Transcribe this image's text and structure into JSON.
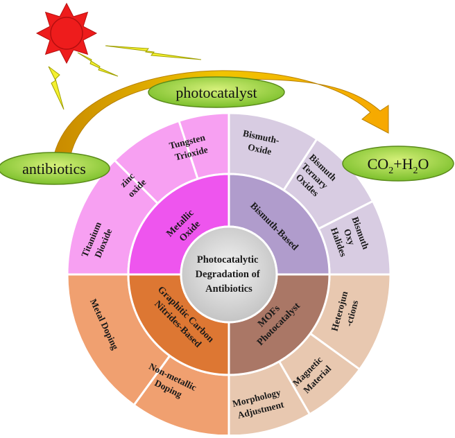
{
  "center": {
    "lines": [
      "Photocatalytic",
      "Degradation of",
      "Antibiotics"
    ]
  },
  "inner_sectors": {
    "metallic_oxide": {
      "lines": [
        "Metallic",
        "Oxide"
      ],
      "color": "#ee55ee"
    },
    "bismuth_based": {
      "lines": [
        "Bismuth-Based"
      ],
      "color": "#b09ccc"
    },
    "graphitic_carbon": {
      "lines": [
        "Graphitic Carbon",
        "Nitrides-Based"
      ],
      "color": "#dd7733"
    },
    "mofs": {
      "lines": [
        "MOFs",
        "Photocatalyst"
      ],
      "color": "#aa7766"
    }
  },
  "outer_sectors": {
    "titanium_dioxide": {
      "lines": [
        "Titanium",
        "Dioxide"
      ],
      "color": "#f7a0f2"
    },
    "zinc_oxide": {
      "lines": [
        "zinc",
        "oxide"
      ],
      "color": "#f7a0f2"
    },
    "tungsten_trioxide": {
      "lines": [
        "Tungsten",
        "Trioxide"
      ],
      "color": "#f7a0f2"
    },
    "bismuth_oxide": {
      "lines": [
        "Bismuth-",
        "Oxide"
      ],
      "color": "#d8cce2"
    },
    "bismuth_ternary_oxides": {
      "lines": [
        "Bismuth",
        "Ternary",
        "Oxides"
      ],
      "color": "#d8cce2"
    },
    "bismuth_oxy_halides": {
      "lines": [
        "Bismuth",
        "Oxy",
        "Halides"
      ],
      "color": "#d8cce2"
    },
    "metal_doping": {
      "lines": [
        "Metal Doping"
      ],
      "color": "#f0a070"
    },
    "non_metallic_doping": {
      "lines": [
        "Non-metallic",
        "Doping"
      ],
      "color": "#f0a070"
    },
    "heterojunctions": {
      "lines": [
        "Heterojun",
        "-ctions"
      ],
      "color": "#e8c8b0"
    },
    "magnetic_material": {
      "lines": [
        "Magnetic",
        "Material"
      ],
      "color": "#e8c8b0"
    },
    "morphology_adjustment": {
      "lines": [
        "Morphology",
        "Adjustment"
      ],
      "color": "#e8c8b0"
    }
  },
  "pills": {
    "antibiotics": "antibiotics",
    "photocatalyst": "photocatalyst",
    "co2": {
      "base1": "CO",
      "sub1": "2",
      "mid": "+H",
      "sub2": "2",
      "end": "O"
    }
  },
  "colors": {
    "pill_fill": "#9ed84a",
    "arrow": "#e0a800",
    "sun": "#ee1c1c",
    "bolt": "#f0f030"
  }
}
